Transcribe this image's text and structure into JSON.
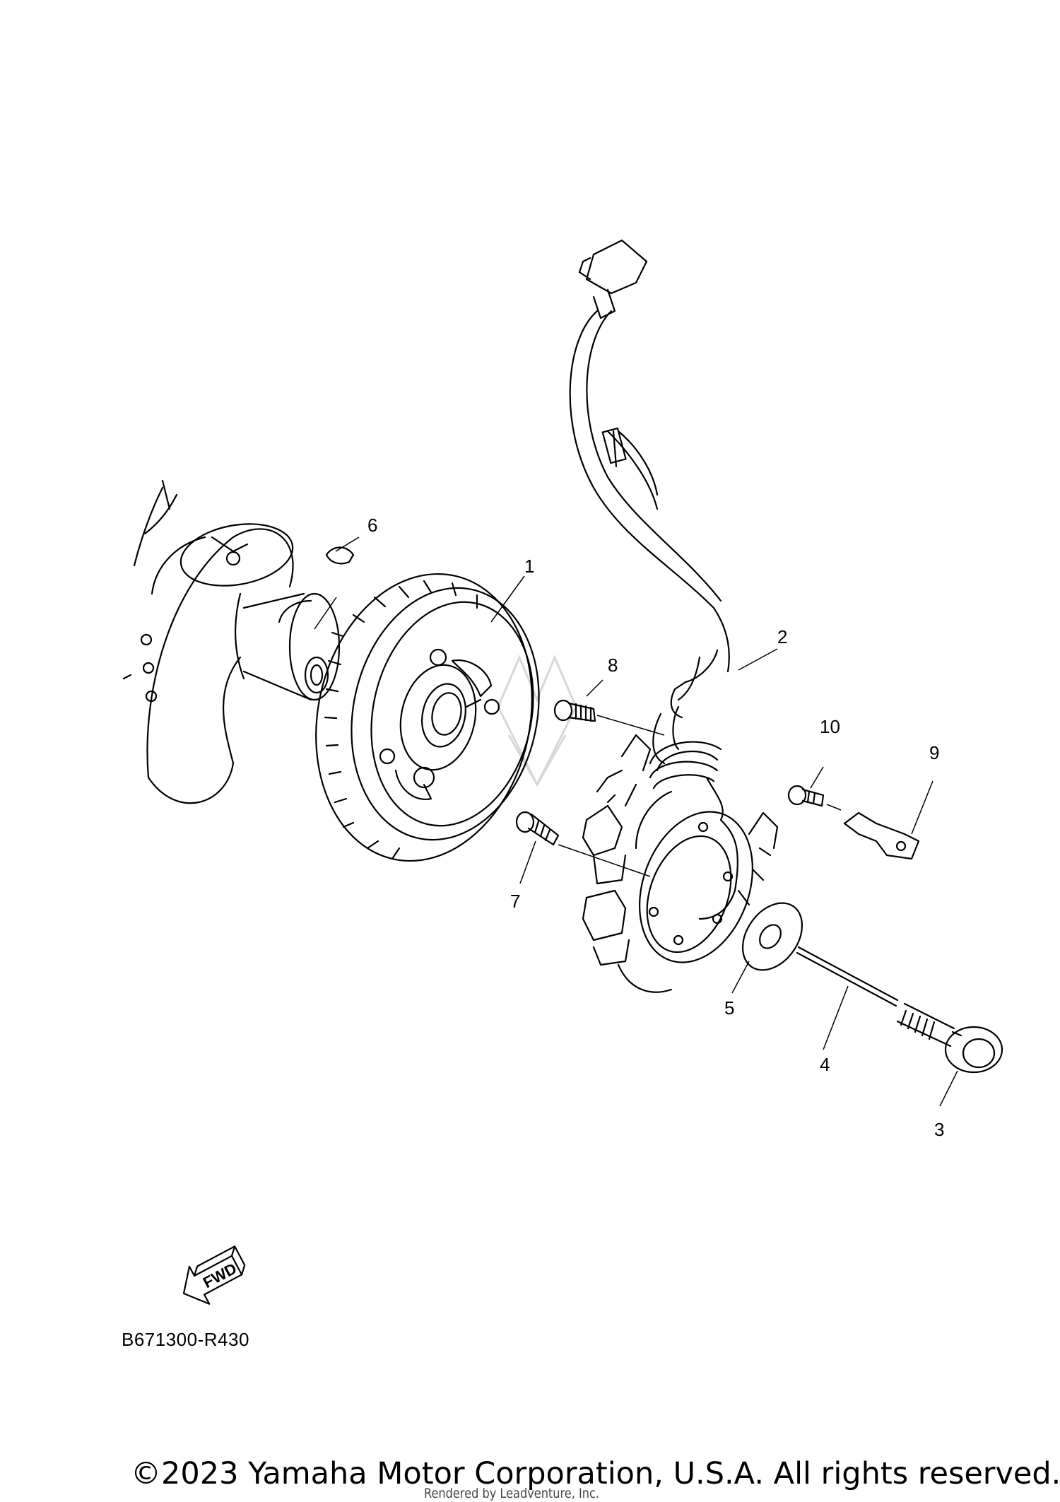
{
  "callouts": [
    {
      "id": "1",
      "label": "1"
    },
    {
      "id": "2",
      "label": "2"
    },
    {
      "id": "3",
      "label": "3"
    },
    {
      "id": "4",
      "label": "4"
    },
    {
      "id": "5",
      "label": "5"
    },
    {
      "id": "6",
      "label": "6"
    },
    {
      "id": "7",
      "label": "7"
    },
    {
      "id": "8",
      "label": "8"
    },
    {
      "id": "9",
      "label": "9"
    },
    {
      "id": "10",
      "label": "10"
    }
  ],
  "direction_indicator": {
    "text": "FWD"
  },
  "diagram_code": "B671300-R430",
  "copyright": "©2023 Yamaha Motor Corporation, U.S.A. All rights reserved.",
  "render_credit": "Rendered by Leadventure, Inc."
}
